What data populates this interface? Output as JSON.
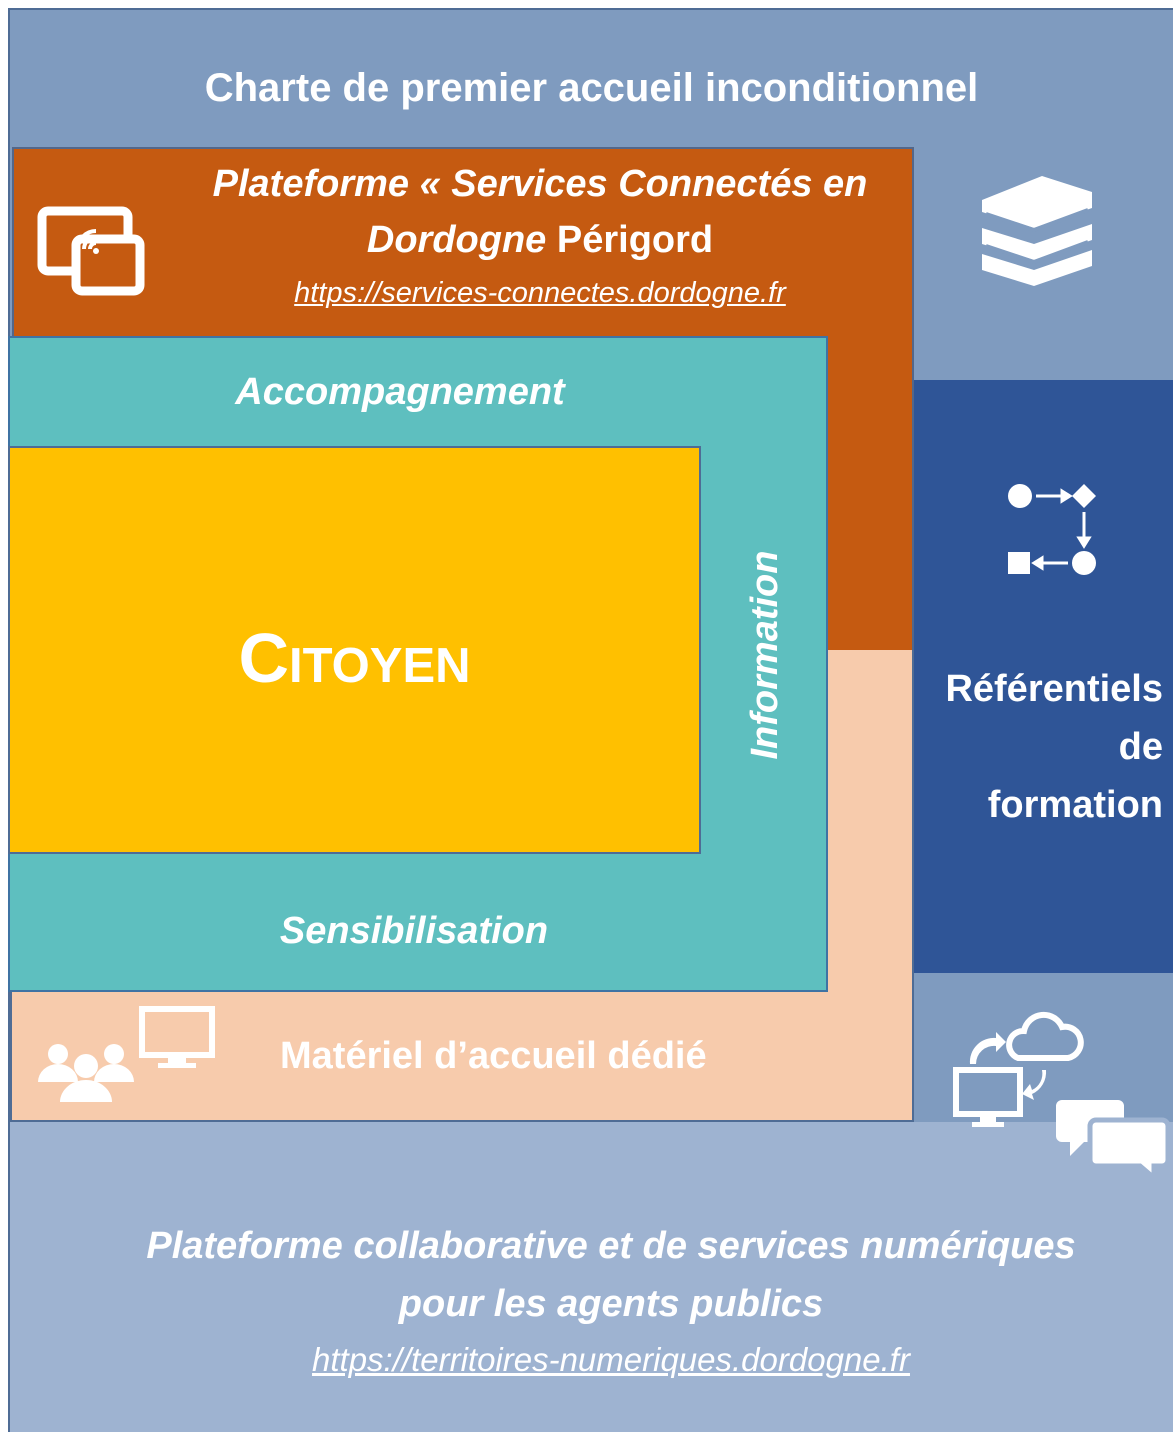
{
  "colors": {
    "charte_top": "#7f9bbf",
    "charte_bottom": "#9eb3d1",
    "orange": "#c55a11",
    "peach": "#f7cbac",
    "teal": "#5ebfbf",
    "yellow": "#ffc000",
    "navy": "#2f5597",
    "text": "#ffffff"
  },
  "charte": {
    "title": "Charte de premier accueil inconditionnel"
  },
  "services": {
    "line1": "Plateforme « Services Connectés en",
    "line2_italic": "Dordogne",
    "line2_rest": " Périgord",
    "url": "https://services-connectes.dordogne.fr",
    "icon": "connected-screen-icon"
  },
  "accompagnement": {
    "top_label": "Accompagnement",
    "side_label": "Information",
    "bottom_label": "Sensibilisation"
  },
  "citoyen": {
    "label": "Citoyen"
  },
  "materiel": {
    "label": "Matériel d’accueil dédié",
    "icons": [
      "users-icon",
      "monitor-icon"
    ]
  },
  "referentiels": {
    "line1": "Référentiels",
    "line2": "de",
    "line3": "formation",
    "icon": "process-flow-icon"
  },
  "books_icon": "books-icon",
  "collab_icon": "cloud-sync-chat-icon",
  "collaborative": {
    "line1": "Plateforme collaborative et de services numériques",
    "line2": "pour les agents publics",
    "url": "https://territoires-numeriques.dordogne.fr"
  }
}
